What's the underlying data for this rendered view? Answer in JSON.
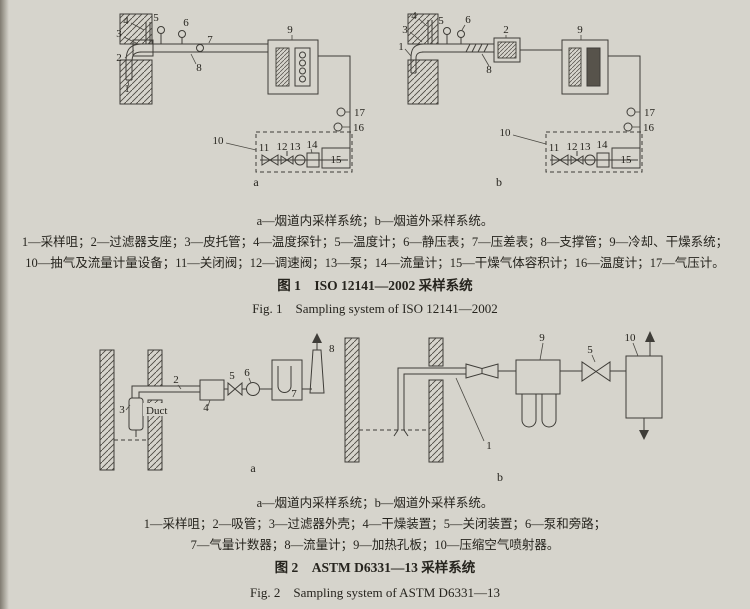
{
  "colors": {
    "page_bg": "#d6d4cc",
    "ink": "#3f3d38"
  },
  "fig1": {
    "sub_a": "a",
    "sub_b": "b",
    "callouts": [
      "1",
      "2",
      "3",
      "4",
      "5",
      "6",
      "7",
      "8",
      "9",
      "10",
      "11",
      "12",
      "13",
      "14",
      "15",
      "16",
      "17"
    ],
    "caption_ab": "a—烟道内采样系统；b—烟道外采样系统。",
    "caption_1": "1—采样咀；2—过滤器支座；3—皮托管；4—温度探针；5—温度计；6—静压表；7—压差表；8—支撑管；9—冷却、干燥系统；",
    "caption_2": "10—抽气及流量计量设备；11—关闭阀；12—调速阀；13—泵；14—流量计；15—干燥气体容积计；16—温度计；17—气压计。",
    "title_zh": "图 1　ISO 12141—2002 采样系统",
    "title_en": "Fig. 1　Sampling system of ISO 12141—2002"
  },
  "fig2": {
    "sub_a": "a",
    "sub_b": "b",
    "duct_label": "Duct",
    "callouts": [
      "1",
      "2",
      "3",
      "4",
      "5",
      "6",
      "7",
      "8",
      "9",
      "10"
    ],
    "caption_ab": "a—烟道内采样系统；b—烟道外采样系统。",
    "caption_1": "1—采样咀；2—吸管；3—过滤器外壳；4—干燥装置；5—关闭装置；6—泵和旁路；",
    "caption_2": "7—气量计数器；8—流量计；9—加热孔板；10—压缩空气喷射器。",
    "title_zh": "图 2　ASTM D6331—13 采样系统",
    "title_en": "Fig. 2　Sampling system of ASTM D6331—13"
  }
}
